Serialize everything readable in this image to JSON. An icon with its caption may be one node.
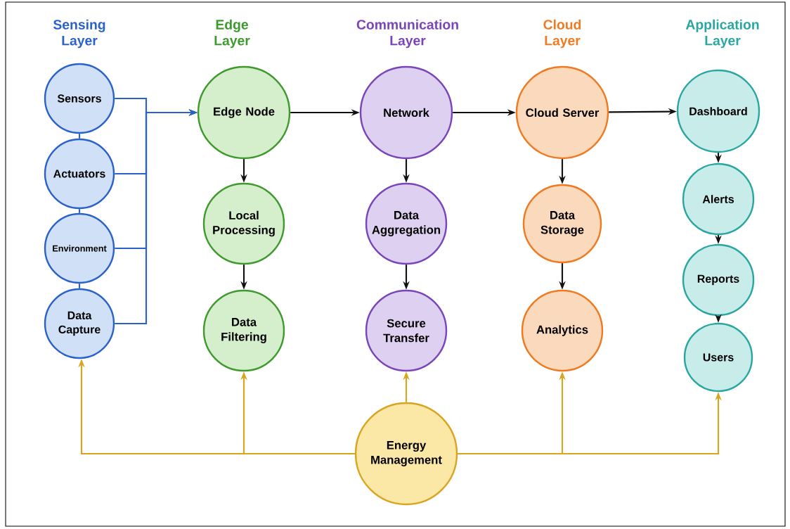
{
  "diagram": {
    "nodes": [
      {
        "text": [
          "Sensors"
        ]
      },
      {
        "text": [
          "Actuators"
        ]
      },
      {
        "text": [
          "Environment"
        ]
      },
      {
        "text": [
          "Data Capture"
        ]
      },
      {
        "text": [
          "Edge Node"
        ]
      },
      {
        "text": [
          "Local Processing"
        ]
      },
      {
        "text": [
          "Data Filtering"
        ]
      },
      {
        "text": [
          "Network"
        ]
      },
      {
        "text": [
          "Data Aggregation"
        ]
      },
      {
        "text": [
          "Secure Transfer"
        ]
      },
      {
        "text": [
          "Cloud Server"
        ]
      },
      {
        "text": [
          "Data Storage"
        ]
      },
      {
        "text": [
          "Analytics"
        ]
      },
      {
        "text": [
          "Dashboard"
        ]
      },
      {
        "text": [
          "Alerts"
        ]
      },
      {
        "text": [
          "Reports"
        ]
      },
      {
        "text": [
          "Users"
        ]
      },
      {
        "text": [
          "Energy Management"
        ]
      }
    ],
    "edges": [
      {
        "from": 0,
        "to": 1,
        "arrow": "none",
        "color": "#2a62c9"
      },
      {
        "from": 1,
        "to": 2,
        "arrow": "none",
        "color": "#2a62c9"
      },
      {
        "from": 2,
        "to": 3,
        "arrow": "none",
        "color": "#2a62c9"
      },
      {
        "from": 0,
        "to": 4,
        "arrow": "to",
        "color": "#2a62c9"
      },
      {
        "from": 1,
        "to": 4,
        "arrow": "to",
        "color": "#2a62c9"
      },
      {
        "from": 2,
        "to": 4,
        "arrow": "to",
        "color": "#2a62c9"
      },
      {
        "from": 3,
        "to": 4,
        "arrow": "to",
        "color": "#2a62c9"
      },
      {
        "from": 4,
        "to": 7,
        "arrow": "to"
      },
      {
        "from": 7,
        "to": 10,
        "arrow": "to"
      },
      {
        "from": 10,
        "to": 13,
        "arrow": "to"
      },
      {
        "from": 4,
        "to": 5,
        "arrow": "to"
      },
      {
        "from": 5,
        "to": 6,
        "arrow": "to"
      },
      {
        "from": 7,
        "to": 8,
        "arrow": "to"
      },
      {
        "from": 8,
        "to": 9,
        "arrow": "to"
      },
      {
        "from": 10,
        "to": 11,
        "arrow": "to"
      },
      {
        "from": 11,
        "to": 12,
        "arrow": "to"
      },
      {
        "from": 13,
        "to": 14,
        "arrow": "to"
      },
      {
        "from": 14,
        "to": 15,
        "arrow": "to"
      },
      {
        "from": 15,
        "to": 16,
        "arrow": "to"
      },
      {
        "from": 17,
        "to": 3,
        "arrow": "to",
        "color": "#d9a520"
      },
      {
        "from": 17,
        "to": 6,
        "arrow": "to",
        "color": "#d9a520"
      },
      {
        "from": 17,
        "to": 9,
        "arrow": "to",
        "color": "#d9a520"
      },
      {
        "from": 17,
        "to": 12,
        "arrow": "to",
        "color": "#d9a520"
      },
      {
        "from": 17,
        "to": 16,
        "arrow": "to",
        "color": "#d9a520"
      }
    ],
    "labels": [
      "Sensing Layer",
      "Edge Layer",
      "Communication Layer",
      "Cloud Layer",
      "Application Layer"
    ]
  }
}
